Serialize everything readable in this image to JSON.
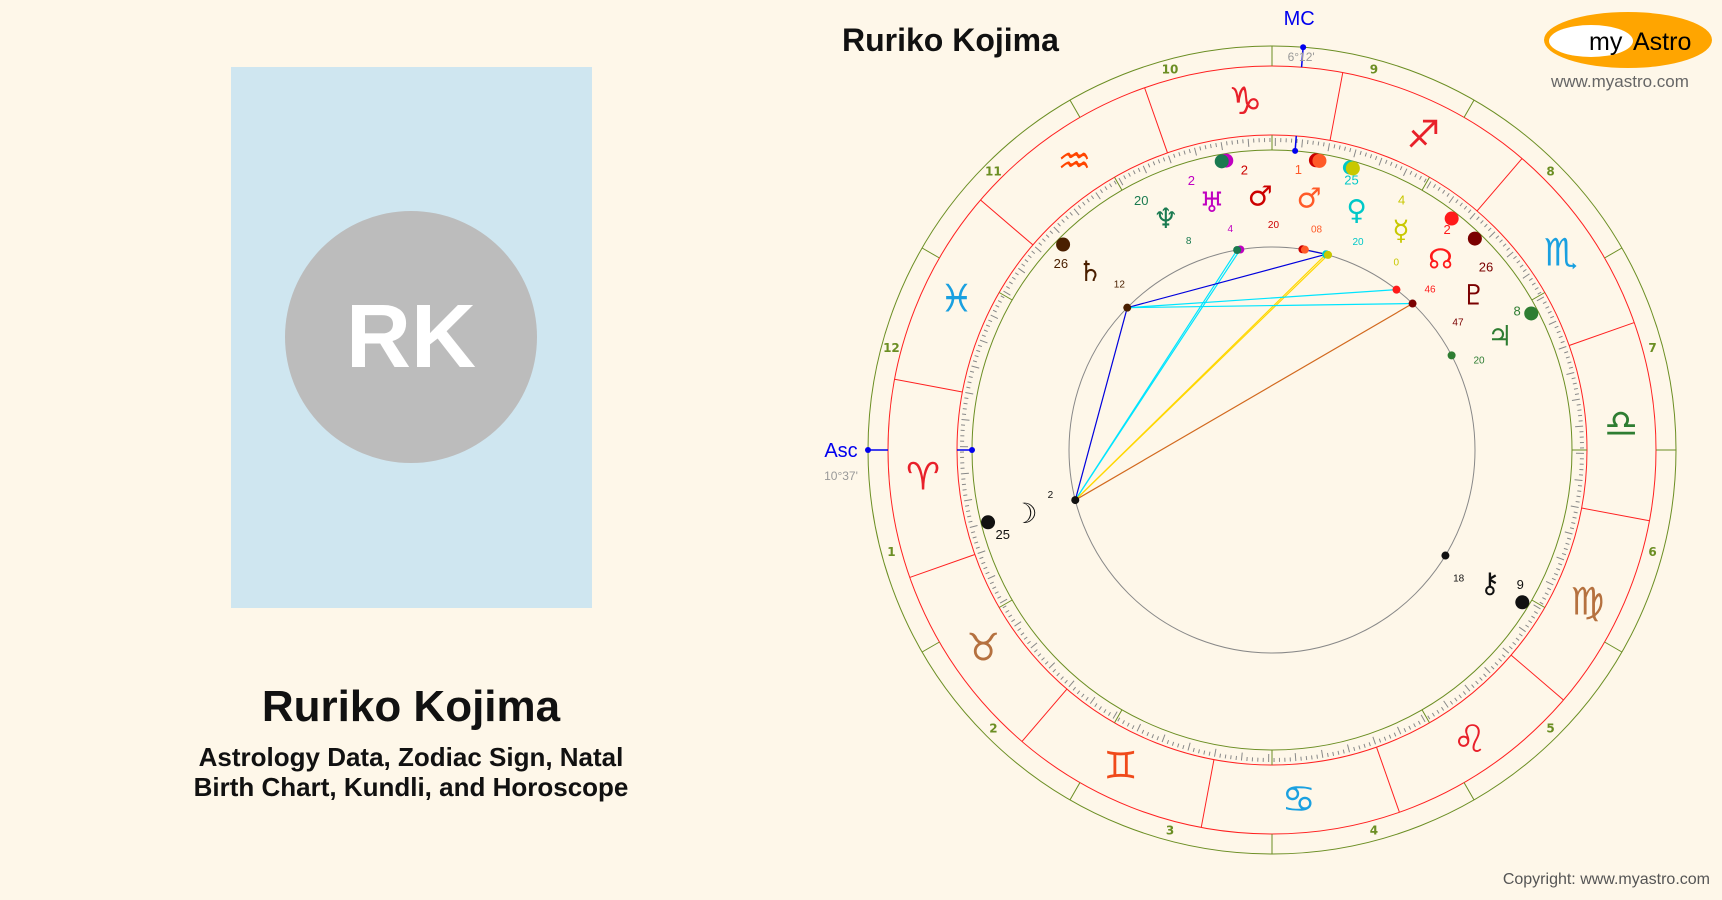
{
  "profile": {
    "initials": "RK",
    "name": "Ruriko Kojima",
    "subtitle_line1": "Astrology Data, Zodiac Sign, Natal",
    "subtitle_line2": "Birth Chart, Kundli, and Horoscope"
  },
  "chart": {
    "title": "Ruriko Kojima",
    "asc_label": "Asc",
    "asc_degree": "10°37'",
    "asc_longitude": 10.62,
    "mc_label": "MC",
    "mc_degree": "6°12'",
    "mc_longitude": 276.2,
    "houses": [
      "1",
      "2",
      "3",
      "4",
      "5",
      "6",
      "7",
      "8",
      "9",
      "10",
      "11",
      "12"
    ],
    "signs": [
      {
        "name": "aries",
        "glyph": "♈︎",
        "color": "#e8202a"
      },
      {
        "name": "taurus",
        "glyph": "♉︎",
        "color": "#b5713f"
      },
      {
        "name": "gemini",
        "glyph": "♊︎",
        "color": "#f04a1a"
      },
      {
        "name": "cancer",
        "glyph": "♋︎",
        "color": "#1aa0e0"
      },
      {
        "name": "leo",
        "glyph": "♌︎",
        "color": "#e8202a"
      },
      {
        "name": "virgo",
        "glyph": "♍︎",
        "color": "#b5713f"
      },
      {
        "name": "libra",
        "glyph": "♎︎",
        "color": "#2e7d32"
      },
      {
        "name": "scorpio",
        "glyph": "♏︎",
        "color": "#1aa0e0"
      },
      {
        "name": "sagittarius",
        "glyph": "♐︎",
        "color": "#e8202a"
      },
      {
        "name": "capricorn",
        "glyph": "♑︎",
        "color": "#e8202a"
      },
      {
        "name": "aquarius",
        "glyph": "♒︎",
        "color": "#ff4500"
      },
      {
        "name": "pisces",
        "glyph": "♓︎",
        "color": "#1aa0e0"
      }
    ],
    "planets": [
      {
        "name": "moon",
        "glyph": "☽",
        "color": "#111111",
        "lon": 24.9,
        "deg": "25",
        "min": "2"
      },
      {
        "name": "saturn",
        "glyph": "♄",
        "color": "#4a1f00",
        "lon": 326.1,
        "deg": "26",
        "min": "12"
      },
      {
        "name": "uranus",
        "glyph": "♅",
        "color": "#c000c0",
        "lon": 289.6,
        "deg": "2",
        "min": "4"
      },
      {
        "name": "neptune",
        "glyph": "♆",
        "color": "#1a7a50",
        "lon": 290.5,
        "deg": "20",
        "min": "8"
      },
      {
        "name": "mars",
        "glyph": "♂",
        "color": "#cc0000",
        "lon": 272.0,
        "deg": "2",
        "min": "20"
      },
      {
        "name": "sun-mars",
        "glyph": "♂",
        "color": "#ff5a28",
        "lon": 271.3,
        "deg": "1",
        "min": "08"
      },
      {
        "name": "venus",
        "glyph": "♀",
        "color": "#00c8c8",
        "lon": 265.2,
        "deg": "25",
        "min": "20"
      },
      {
        "name": "mercury",
        "glyph": "☿",
        "color": "#c8c800",
        "lon": 264.6,
        "deg": "4",
        "min": "0"
      },
      {
        "name": "north-node",
        "glyph": "☊",
        "color": "#ff1a1a",
        "lon": 242.8,
        "deg": "2",
        "min": "46"
      },
      {
        "name": "pluto",
        "glyph": "♇",
        "color": "#7a0000",
        "lon": 236.8,
        "deg": "26",
        "min": "47"
      },
      {
        "name": "jupiter",
        "glyph": "♃",
        "color": "#2e7d32",
        "lon": 218.4,
        "deg": "8",
        "min": "20"
      },
      {
        "name": "chiron",
        "glyph": "⚷",
        "color": "#111111",
        "lon": 159.3,
        "deg": "9",
        "min": "18"
      }
    ],
    "aspects": [
      {
        "from": "moon",
        "to": "saturn",
        "color": "#0000dd"
      },
      {
        "from": "moon",
        "to": "uranus",
        "color": "#00e5ff"
      },
      {
        "from": "moon",
        "to": "neptune",
        "color": "#00e5ff"
      },
      {
        "from": "moon",
        "to": "venus",
        "color": "#ffd700"
      },
      {
        "from": "moon",
        "to": "mercury",
        "color": "#ffd700"
      },
      {
        "from": "moon",
        "to": "pluto",
        "color": "#d2691e"
      },
      {
        "from": "saturn",
        "to": "venus",
        "color": "#0000dd"
      },
      {
        "from": "saturn",
        "to": "north-node",
        "color": "#00e5ff"
      },
      {
        "from": "saturn",
        "to": "pluto",
        "color": "#00e5ff"
      },
      {
        "from": "mars",
        "to": "venus",
        "color": "#0000dd"
      }
    ]
  },
  "brand": {
    "logo_text_my": "my",
    "logo_text_astro": "Astro",
    "url": "www.myastro.com"
  },
  "footer": {
    "copyright": "Copyright: www.myastro.com"
  }
}
